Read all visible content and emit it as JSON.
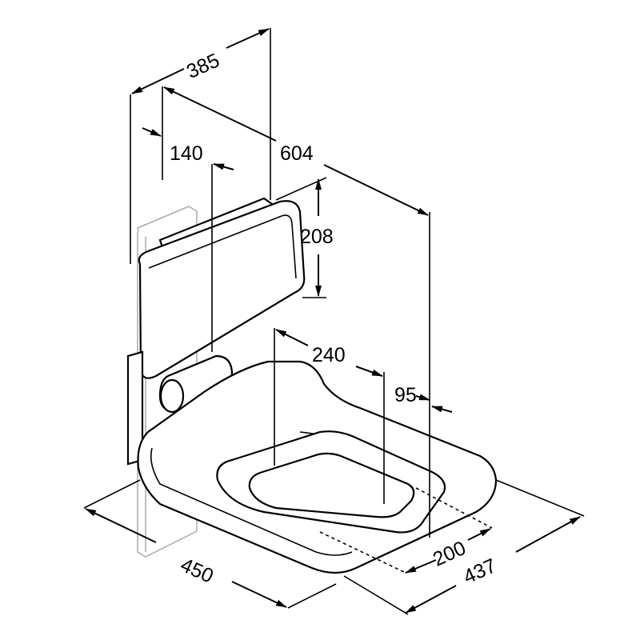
{
  "drawing": {
    "title": "Shower seat with backrest - dimension drawing",
    "units": "mm",
    "dimensions": {
      "backrest_offset": "385",
      "overall_depth": "604",
      "wall_to_backrest": "140",
      "backrest_height": "208",
      "hole_offset": "240",
      "seat_height_step": "95",
      "hole_width": "200",
      "seat_depth": "437",
      "seat_width": "450"
    }
  }
}
